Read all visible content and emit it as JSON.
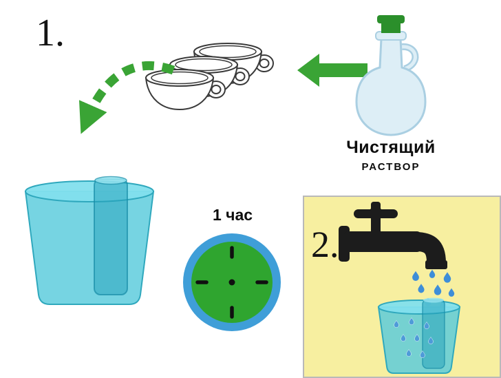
{
  "steps": {
    "step1_label": "1.",
    "step2_label": "2."
  },
  "cleaning_solution": {
    "line1": "Чистящий",
    "line2": "РАСТВОР"
  },
  "timer": {
    "label": "1 час"
  },
  "colors": {
    "accent_green": "#3aa435",
    "stopper_green": "#2b8f2b",
    "bottle_blue": "#ddeef6",
    "tub_teal": "#58cadc",
    "clock_ring_blue": "#3f9ed8",
    "clock_face_green": "#2fa52f",
    "panel_yellow": "#f7efa0",
    "water_drop_blue": "#3e8ed8",
    "faucet_black": "#1c1c1c"
  },
  "icons": {
    "cups": "three-teacups",
    "dashed_arrow": "curved-dashed-arrow",
    "arrow": "left-block-arrow",
    "bottle": "cruet-solution-bottle",
    "soak_container": "soaking-tub-with-cup",
    "clock": "timer-clock",
    "faucet": "water-tap",
    "drops": "falling-water-drops",
    "rinse_container": "rinsing-tub-with-cup"
  }
}
